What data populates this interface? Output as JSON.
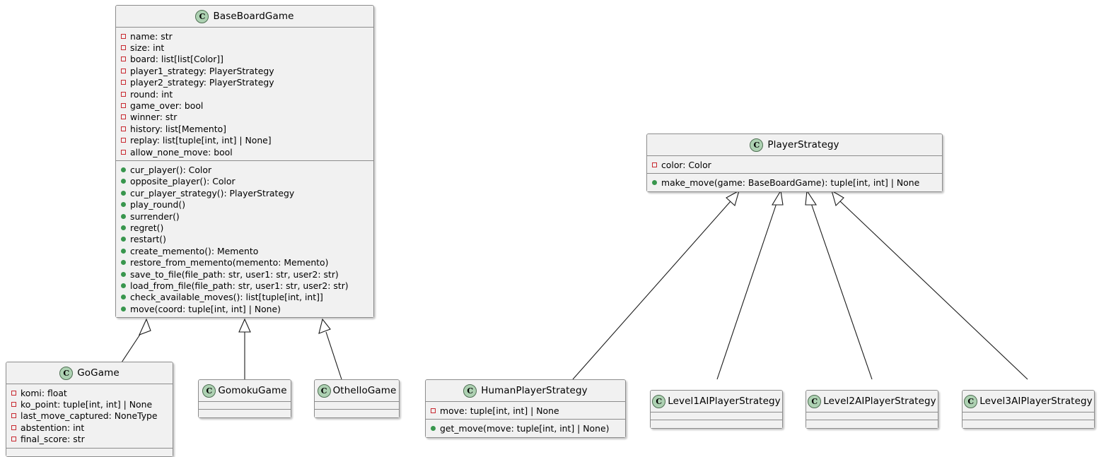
{
  "diagram": {
    "kind": "uml-class-diagram",
    "background": "#FFFFFF",
    "box_fill": "#F1F1F1",
    "box_border": "#8C8C8C",
    "class_icon_fill": "#ADD1B2",
    "field_marker_color": "#C82930",
    "method_marker_color": "#38964D",
    "class_icon_letter": "C",
    "relation_type": "inheritance"
  },
  "classes": {
    "base_board_game": {
      "name": "BaseBoardGame",
      "fields": [
        "name: str",
        "size: int",
        "board: list[list[Color]]",
        "player1_strategy: PlayerStrategy",
        "player2_strategy: PlayerStrategy",
        "round: int",
        "game_over: bool",
        "winner: str",
        "history: list[Memento]",
        "replay: list[tuple[int, int] | None]",
        "allow_none_move: bool"
      ],
      "methods": [
        "cur_player(): Color",
        "opposite_player(): Color",
        "cur_player_strategy(): PlayerStrategy",
        "play_round()",
        "surrender()",
        "regret()",
        "restart()",
        "create_memento(): Memento",
        "restore_from_memento(memento: Memento)",
        "save_to_file(file_path: str, user1: str, user2: str)",
        "load_from_file(file_path: str, user1: str, user2: str)",
        "check_available_moves(): list[tuple[int, int]]",
        "move(coord: tuple[int, int] | None)"
      ]
    },
    "player_strategy": {
      "name": "PlayerStrategy",
      "fields": [
        "color: Color"
      ],
      "methods": [
        "make_move(game: BaseBoardGame): tuple[int, int] | None"
      ]
    },
    "go_game": {
      "name": "GoGame",
      "fields": [
        "komi: float",
        "ko_point: tuple[int, int] | None",
        "last_move_captured: NoneType",
        "abstention: int",
        "final_score: str"
      ],
      "methods": []
    },
    "gomoku_game": {
      "name": "GomokuGame",
      "fields": [],
      "methods": []
    },
    "othello_game": {
      "name": "OthelloGame",
      "fields": [],
      "methods": []
    },
    "human_player_strategy": {
      "name": "HumanPlayerStrategy",
      "fields": [
        "move: tuple[int, int] | None"
      ],
      "methods": [
        "get_move(move: tuple[int, int] | None)"
      ]
    },
    "level1_ai_player_strategy": {
      "name": "Level1AIPlayerStrategy",
      "fields": [],
      "methods": []
    },
    "level2_ai_player_strategy": {
      "name": "Level2AIPlayerStrategy",
      "fields": [],
      "methods": []
    },
    "level3_ai_player_strategy": {
      "name": "Level3AIPlayerStrategy",
      "fields": [],
      "methods": []
    }
  }
}
